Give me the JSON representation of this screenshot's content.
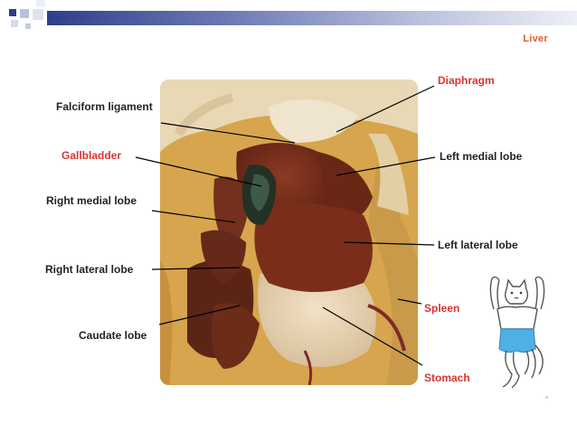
{
  "slide": {
    "title": "Liver"
  },
  "labels": {
    "falciform_ligament": "Falciform ligament",
    "gallbladder": "Gallbladder",
    "right_medial_lobe": "Right medial lobe",
    "right_lateral_lobe": "Right lateral lobe",
    "caudate_lobe": "Caudate lobe",
    "diaphragm": "Diaphragm",
    "left_medial_lobe": "Left medial lobe",
    "left_lateral_lobe": "Left lateral lobe",
    "spleen": "Spleen",
    "stomach": "Stomach"
  },
  "colors": {
    "label_red": "#d8352f",
    "label_dark": "#222222",
    "title_orange": "#e25a2a",
    "header_blue": "#2f3f88",
    "liver_brown": "#7a2e1a",
    "cat_blue": "#4fb0e6"
  }
}
